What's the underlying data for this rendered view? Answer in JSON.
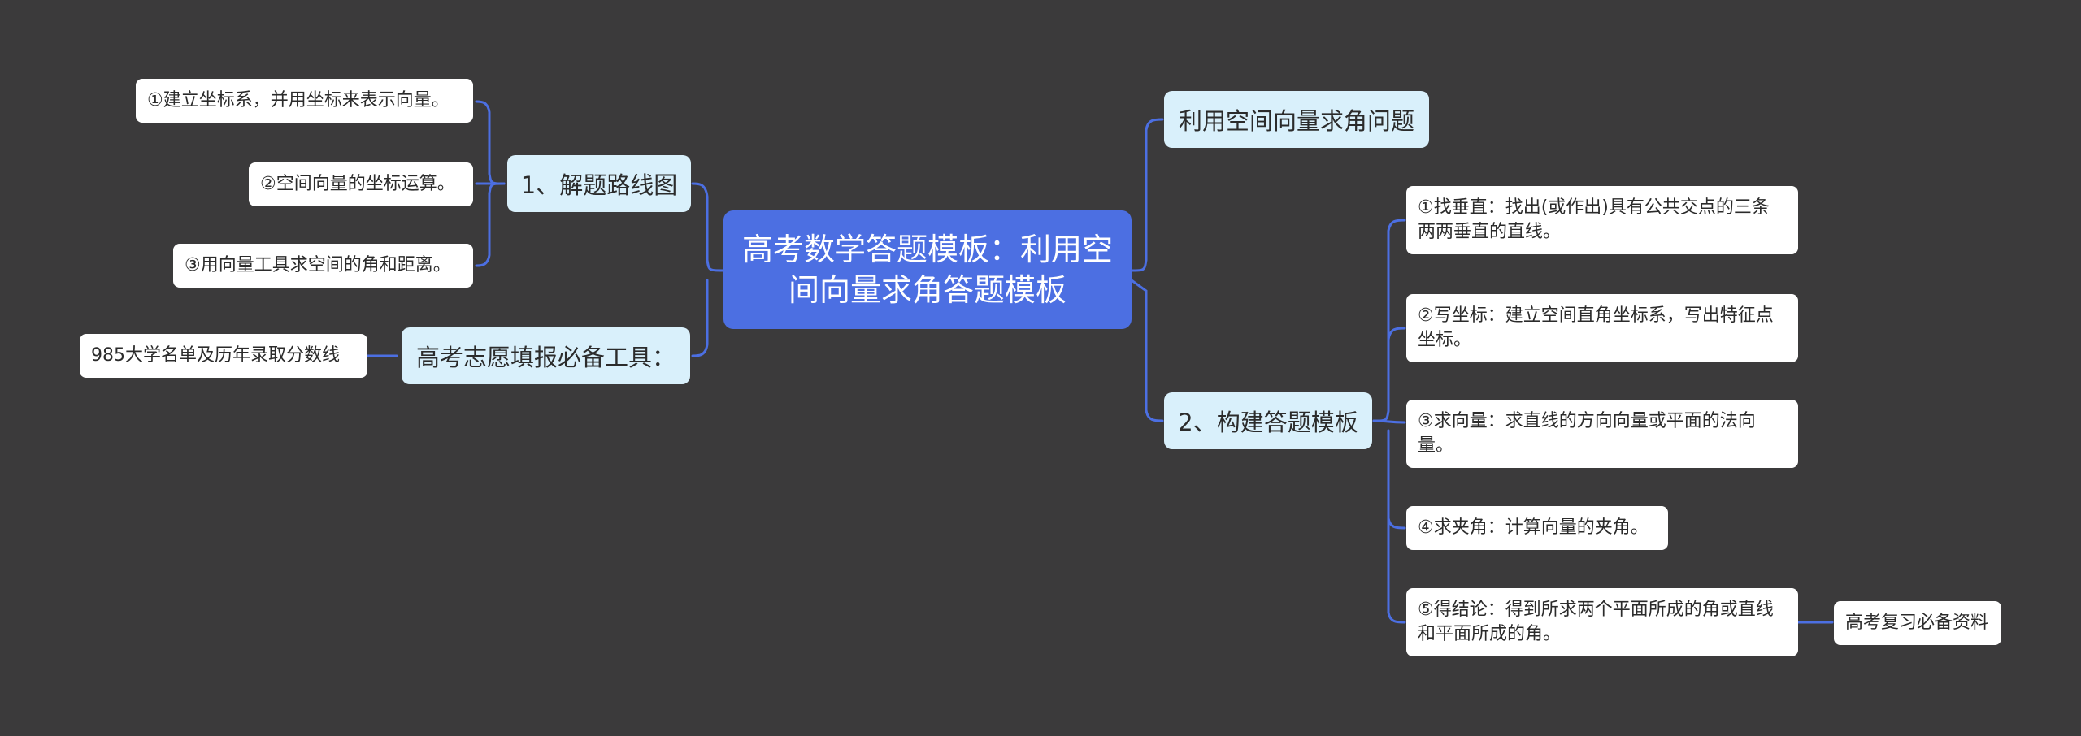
{
  "root": {
    "label": "高考数学答题模板：利用空间向量求角答题模板"
  },
  "left": {
    "route": {
      "label": "1、解题路线图",
      "items": [
        "①建立坐标系，并用坐标来表示向量。",
        "②空间向量的坐标运算。",
        "③用向量工具求空间的角和距离。"
      ]
    },
    "tool": {
      "label": "高考志愿填报必备工具：",
      "item": "985大学名单及历年录取分数线"
    }
  },
  "right": {
    "problem": {
      "label": "利用空间向量求角问题"
    },
    "template": {
      "label": "2、构建答题模板",
      "items": [
        "①找垂直：找出(或作出)具有公共交点的三条两两垂直的直线。",
        "②写坐标：建立空间直角坐标系，写出特征点坐标。",
        "③求向量：求直线的方向向量或平面的法向量。",
        "④求夹角：计算向量的夹角。",
        "⑤得结论：得到所求两个平面所成的角或直线和平面所成的角。"
      ],
      "extra": "高考复习必备资料"
    }
  },
  "colors": {
    "background": "#3b3a3b",
    "root": "#4c6fe2",
    "branch": "#d9f0fb",
    "leaf": "#ffffff",
    "edge": "#4c6fe2"
  }
}
